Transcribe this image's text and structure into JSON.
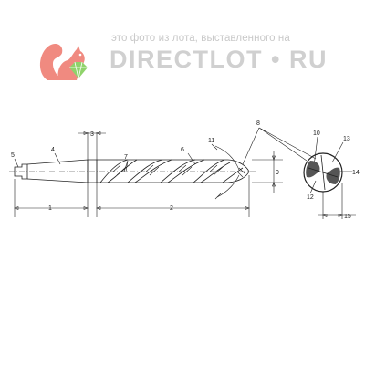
{
  "watermark": {
    "caption": "это фото из лота, выставленного на",
    "brand": "DIRECTLOT • RU",
    "brand_color": "#cfcfcf",
    "logo_icon": "squirrel-with-gem-icon",
    "logo_color": "#f08a80",
    "gem_color": "#8fd36b"
  },
  "callouts": {
    "c1": "1",
    "c2": "2",
    "c3": "3",
    "c4": "4",
    "c5": "5",
    "c6": "6",
    "c7": "7",
    "c8": "8",
    "c9": "9",
    "c10": "10",
    "c11": "11",
    "c12": "12",
    "c13": "13",
    "c14": "14",
    "c15": "15"
  }
}
